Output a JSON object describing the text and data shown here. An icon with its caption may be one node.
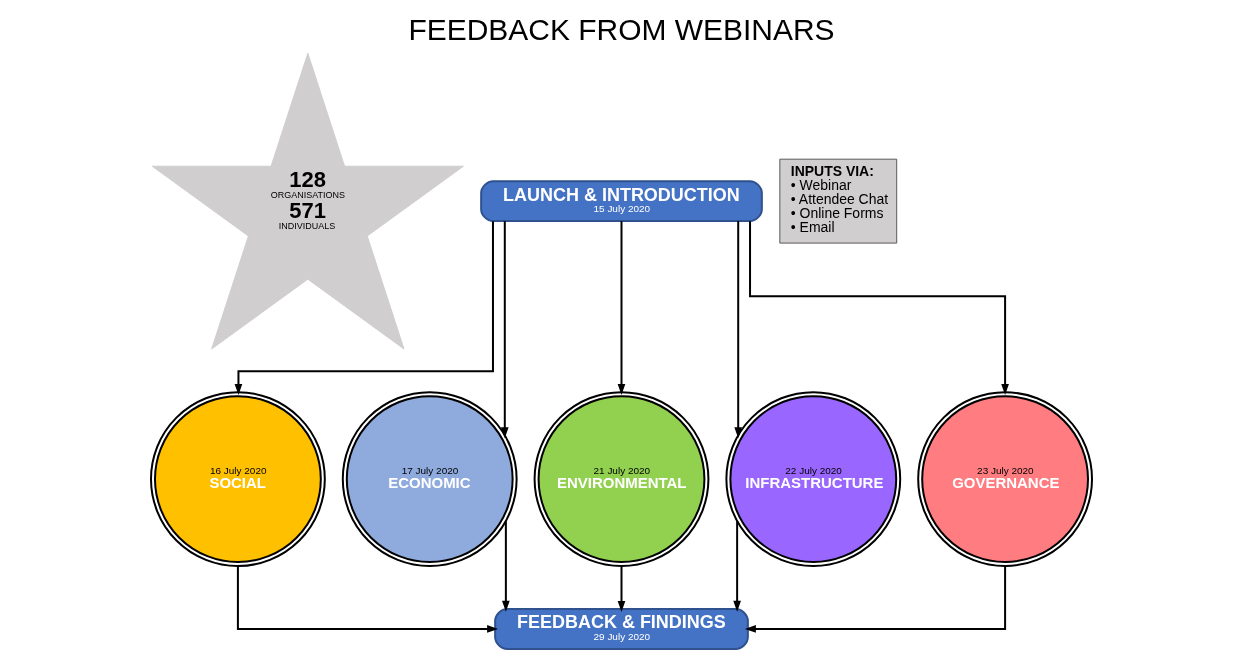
{
  "diagram": {
    "title": "FEEDBACK FROM WEBINARS",
    "nodes": [
      {
        "text": [
          "128",
          "ORGANISATIONS",
          "571",
          "INDIVIDUALS"
        ]
      },
      {
        "text": [
          "LAUNCH & INTRODUCTION",
          "15 July 2020"
        ]
      },
      {
        "text": [
          "16 July 2020",
          "SOCIAL"
        ]
      },
      {
        "text": [
          "17 July 2020",
          "ECONOMIC"
        ]
      },
      {
        "text": [
          "21 July 2020",
          "ENVIRONMENTAL"
        ]
      },
      {
        "text": [
          "22 July 2020",
          "INFRASTRUCTURE"
        ]
      },
      {
        "text": [
          "23 July 2020",
          "GOVERNANCE"
        ]
      },
      {
        "text": [
          "FEEDBACK & FINDINGS",
          "29 July 2020"
        ]
      },
      {
        "text": [
          "INPUTS VIA:",
          "• Webinar",
          "• Attendee Chat",
          "• Online Forms",
          "• Email"
        ]
      }
    ],
    "edges": [
      {
        "from": 1,
        "to": 2,
        "arrow": "to"
      },
      {
        "from": 1,
        "to": 3,
        "arrow": "to"
      },
      {
        "from": 1,
        "to": 4,
        "arrow": "to"
      },
      {
        "from": 1,
        "to": 5,
        "arrow": "to"
      },
      {
        "from": 1,
        "to": 6,
        "arrow": "to"
      },
      {
        "from": 2,
        "to": 7,
        "arrow": "to"
      },
      {
        "from": 3,
        "to": 7,
        "arrow": "to"
      },
      {
        "from": 4,
        "to": 7,
        "arrow": "to"
      },
      {
        "from": 5,
        "to": 7,
        "arrow": "to"
      },
      {
        "from": 6,
        "to": 7,
        "arrow": "to"
      }
    ]
  }
}
